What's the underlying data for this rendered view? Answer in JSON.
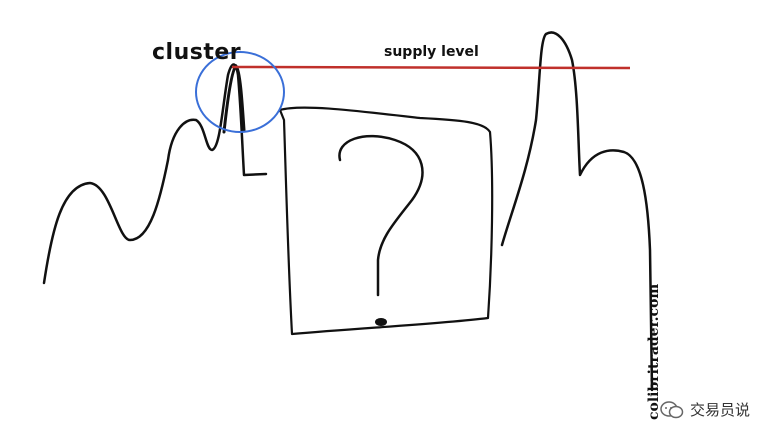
{
  "diagram": {
    "cluster_label": "cluster",
    "supply_label": "supply level",
    "question_mark": "?",
    "watermark": "colibritrader.com",
    "footer_text": "交易员说",
    "colors": {
      "ink": "#111111",
      "supply_line": "#c0302b",
      "cluster_circle": "#3a6fd8"
    }
  }
}
